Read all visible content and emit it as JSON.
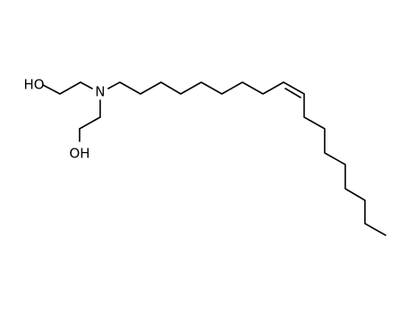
{
  "molecule": {
    "atoms": [
      {
        "id": "o1",
        "label": "HO"
      },
      {
        "id": "n1",
        "label": "N"
      },
      {
        "id": "o2",
        "label": "OH"
      }
    ],
    "bond_color": "#000000",
    "label_color": "#000000"
  }
}
